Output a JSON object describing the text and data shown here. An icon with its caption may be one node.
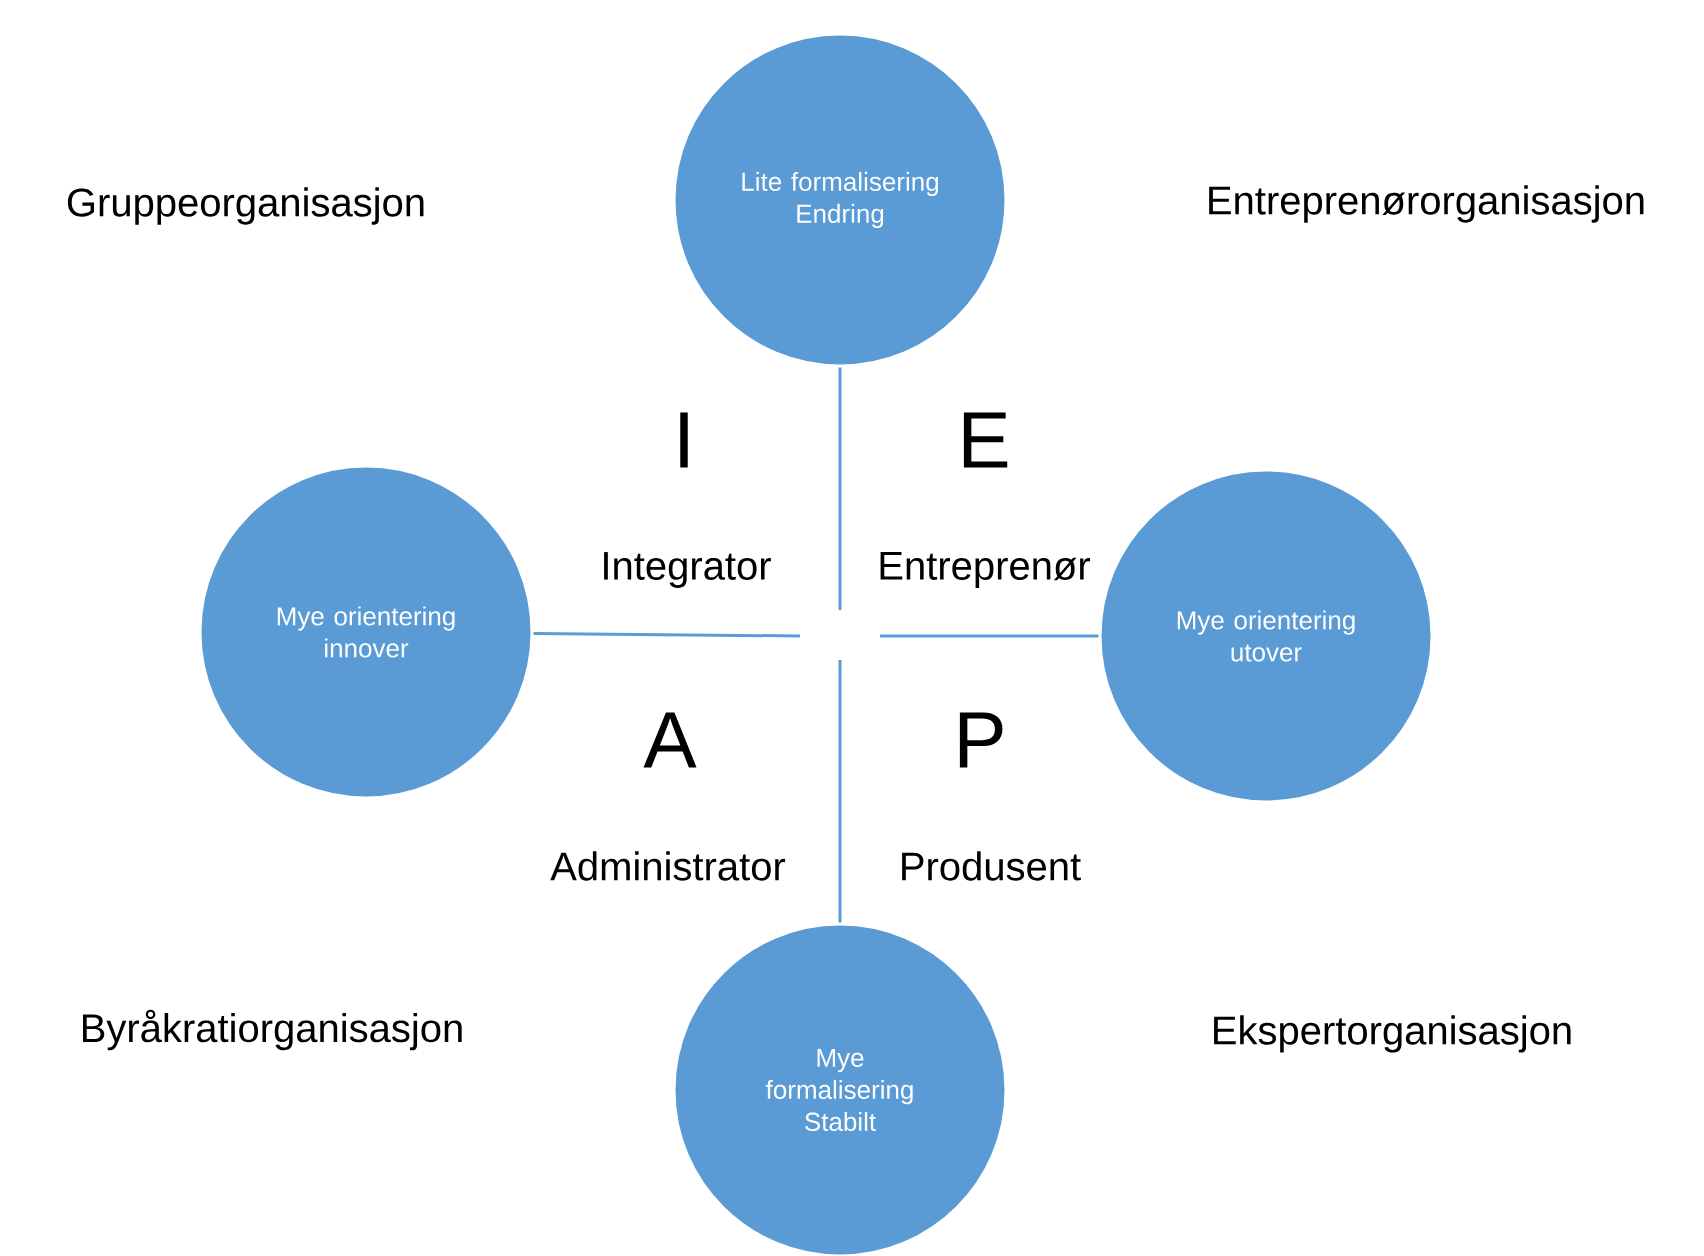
{
  "diagram": {
    "nodes": [
      {
        "text": [
          "Lite formalisering Endring"
        ]
      },
      {
        "text": [
          "Mye orientering innover"
        ]
      },
      {
        "text": [
          "Mye orientering utover"
        ]
      },
      {
        "text": [
          "Mye formalisering Stabilt"
        ]
      }
    ],
    "edges": [
      {
        "from": 0,
        "to": null,
        "arrow": "none"
      },
      {
        "from": 1,
        "to": null,
        "arrow": "none"
      },
      {
        "from": 2,
        "to": null,
        "arrow": "none"
      },
      {
        "from": 3,
        "to": null,
        "arrow": "none"
      }
    ],
    "labels": [
      "Gruppeorganisasjon",
      "Entreprenørorganisasjon",
      "I",
      "E",
      "Integrator",
      "Entreprenør",
      "A",
      "P",
      "Administrator",
      "Produsent",
      "Byråkratiorganisasjon",
      "Ekspertorganisasjon"
    ]
  }
}
